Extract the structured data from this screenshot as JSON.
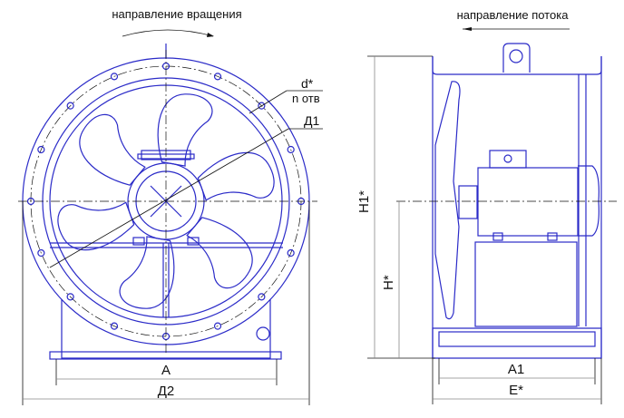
{
  "front_view": {
    "rotation_label": "направление вращения",
    "hole_diameter_label": "d*",
    "hole_count_label": "n отв",
    "d1_label": "Д1",
    "a_label": "A",
    "d2_label": "Д2"
  },
  "side_view": {
    "flow_label": "направление потока",
    "h1_label": "H1*",
    "h_label": "H*",
    "a1_label": "A1",
    "e_label": "E*"
  },
  "colors": {
    "line": "#2b2bc8",
    "dimension": "#111111"
  }
}
